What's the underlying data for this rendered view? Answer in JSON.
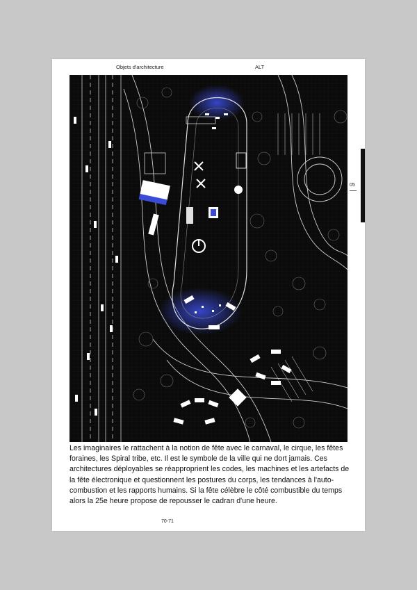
{
  "header": {
    "section_title": "Objets d'architecture",
    "project_title": "ALT"
  },
  "chapter_tab": {
    "number": "05"
  },
  "figure": {
    "accent_color": "#3a4bd8",
    "background_color": "#0b0b0b",
    "line_color": "#d8d8d8"
  },
  "body": {
    "paragraph": "Les imaginaires le rattachent à la notion de fête avec le carnaval, le cirque, les fêtes foraines, les Spiral tribe, etc. Il est le symbole de la ville qui ne dort jamais. Ces architectures déployables se réapproprient les codes, les machines et les artefacts de la fête électronique et questionnent les postures du corps, les tendances à l'auto-combustion et les rapports humains. Si la fête célèbre le côté combustible du temps alors la 25e heure propose de repousser le cadran d'une heure."
  },
  "footer": {
    "page_numbers": "70-71"
  }
}
